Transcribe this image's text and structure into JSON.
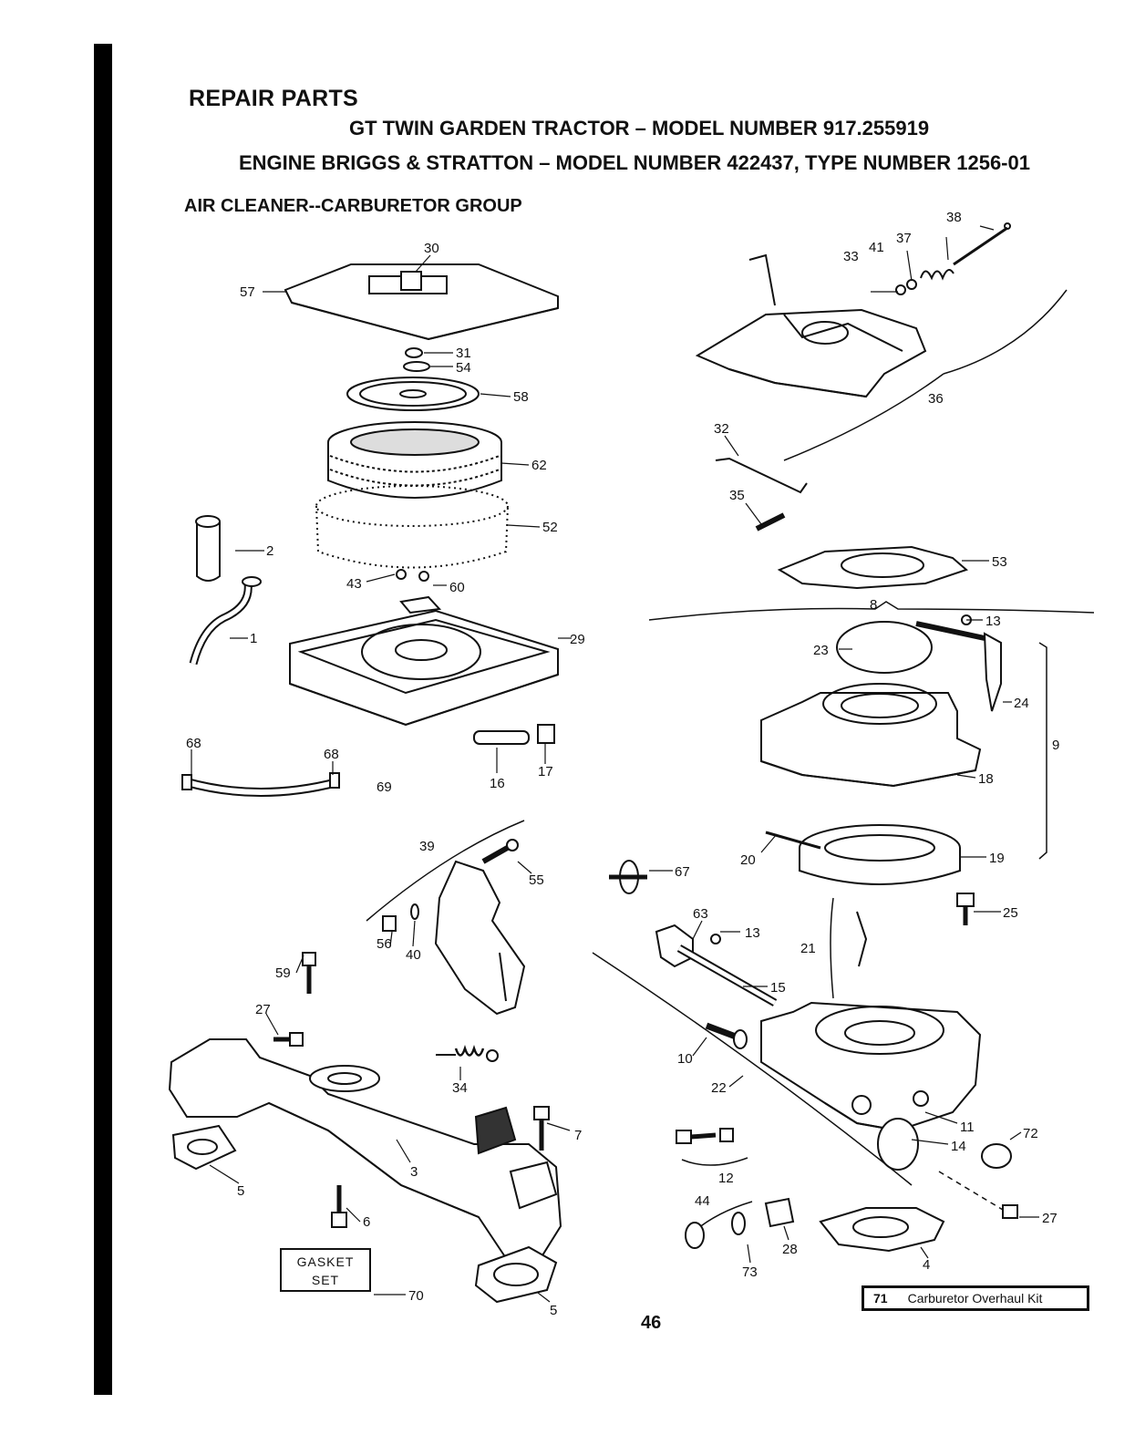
{
  "header": {
    "title": "REPAIR PARTS",
    "tractor_line": "GT TWIN GARDEN TRACTOR – MODEL NUMBER 917.255919",
    "engine_line": "ENGINE BRIGGS & STRATTON – MODEL NUMBER 422437, TYPE NUMBER 1256-01",
    "group_title": "AIR CLEANER--CARBURETOR GROUP"
  },
  "boxes": {
    "gasket_set_line1": "GASKET",
    "gasket_set_line2": "SET",
    "kit_number": "71",
    "kit_label": "Carburetor Overhaul Kit"
  },
  "page_number": "46",
  "callouts": {
    "c1": "1",
    "c2": "2",
    "c3": "3",
    "c4": "4",
    "c5a": "5",
    "c5b": "5",
    "c6": "6",
    "c7": "7",
    "c8": "8",
    "c9": "9",
    "c10": "10",
    "c11": "11",
    "c12": "12",
    "c13a": "13",
    "c13b": "13",
    "c14": "14",
    "c15": "15",
    "c16": "16",
    "c17": "17",
    "c18": "18",
    "c19": "19",
    "c20": "20",
    "c21": "21",
    "c22": "22",
    "c23": "23",
    "c24": "24",
    "c25": "25",
    "c27a": "27",
    "c27b": "27",
    "c28": "28",
    "c29": "29",
    "c30": "30",
    "c31": "31",
    "c32": "32",
    "c33": "33",
    "c34": "34",
    "c35": "35",
    "c36": "36",
    "c37": "37",
    "c38": "38",
    "c39": "39",
    "c40": "40",
    "c41": "41",
    "c43": "43",
    "c44": "44",
    "c52": "52",
    "c53": "53",
    "c54": "54",
    "c55": "55",
    "c56": "56",
    "c57": "57",
    "c58": "58",
    "c59": "59",
    "c60": "60",
    "c62": "62",
    "c63": "63",
    "c67": "67",
    "c68a": "68",
    "c68b": "68",
    "c69": "69",
    "c70": "70",
    "c72": "72",
    "c73": "73"
  }
}
